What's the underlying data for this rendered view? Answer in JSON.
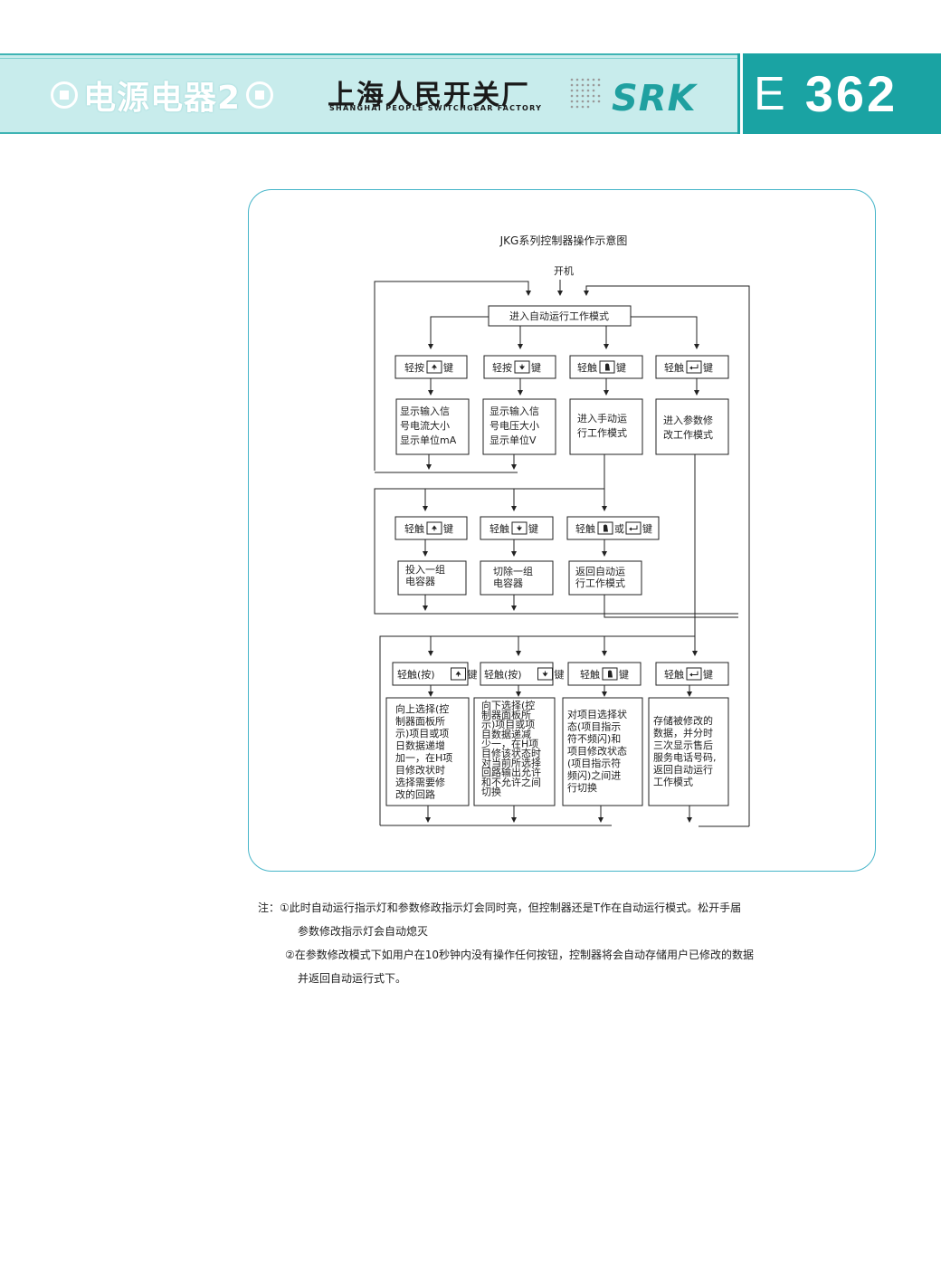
{
  "header": {
    "section_title": "电源电器2",
    "factory_cn": "上海人民开关厂",
    "factory_en": "SHANGHAI PEOPLE SWITCHGEAR FACTORY",
    "brand": "SRK",
    "page_letter": "E",
    "page_number": "362",
    "colors": {
      "band": "#c8ecec",
      "teal": "#1aa3a3",
      "brand": "#1fa0a0"
    }
  },
  "diagram": {
    "title": "JKG系列控制器操作示意图",
    "start": "开机",
    "auto_mode": "进入自动运行工作模式",
    "row1_keys": [
      {
        "pre": "轻按",
        "icon": "up-arrow-key-icon",
        "post": "键"
      },
      {
        "pre": "轻按",
        "icon": "down-arrow-key-icon",
        "post": "键"
      },
      {
        "pre": "轻触",
        "icon": "hand-key-icon",
        "post": "键"
      },
      {
        "pre": "轻触",
        "icon": "enter-key-icon",
        "post": "键"
      }
    ],
    "row1_results": [
      [
        "显示输入信",
        "号电流大小",
        "显示单位mA"
      ],
      [
        "显示输入信",
        "号电压大小",
        "显示单位V"
      ],
      [
        "进入手动运",
        "行工作模式"
      ],
      [
        "进入参数修",
        "改工作模式"
      ]
    ],
    "row2_keys": [
      {
        "pre": "轻触",
        "icon": "up-arrow-key-icon",
        "post": "键"
      },
      {
        "pre": "轻触",
        "icon": "down-arrow-key-icon",
        "post": "键"
      },
      {
        "pre": "轻触",
        "icon": "hand-key-icon",
        "mid": "或",
        "icon2": "enter-key-icon",
        "post": "键"
      }
    ],
    "row2_results": [
      [
        "投入一组",
        "电容器"
      ],
      [
        "切除一组",
        "电容器"
      ],
      [
        "返回自动运",
        "行工作模式"
      ]
    ],
    "row3_keys": [
      {
        "pre": "轻触(按)",
        "icon": "up-arrow-key-icon",
        "post": "键"
      },
      {
        "pre": "轻触(按)",
        "icon": "down-arrow-key-icon",
        "post": "键"
      },
      {
        "pre": "轻触",
        "icon": "hand-key-icon",
        "post": "键"
      },
      {
        "pre": "轻触",
        "icon": "enter-key-icon",
        "post": "键"
      }
    ],
    "row3_results": [
      [
        "向上选择(控",
        "制器面板所",
        "示)项目或项",
        "日数据递增",
        "加一，在H项",
        "目修改状时",
        "选择需要修",
        "改的回路"
      ],
      [
        "向下选择(控",
        "制器面板所",
        "示)项目或项",
        "目数据递减",
        "少一，在H项",
        "目修该状态时",
        "对当前所选择",
        "回路输出允许",
        "和不允许之间",
        "切换"
      ],
      [
        "对项目选择状",
        "态(项目指示",
        "符不频闪)和",
        "项目修改状态",
        "(项目指示符",
        "频闪)之间进",
        "行切换"
      ],
      [
        "存储被修改的",
        "数据，并分时",
        "三次显示售后",
        "服务电话号码,",
        "返回自动运行",
        "工作模式"
      ]
    ]
  },
  "notes": {
    "line1": "注：①此时自动运行指示灯和参数修政指示灯会同时亮，但控制器还是T作在自动运行模式。松开手届",
    "line2": "参数修改指示灯会自动熄灭",
    "line3": "②在参数修改模式下如用户在10秒钟内没有操作任何按钮，控制器将会自动存储用户已修改的数据",
    "line4": "并返回自动运行式下。"
  }
}
